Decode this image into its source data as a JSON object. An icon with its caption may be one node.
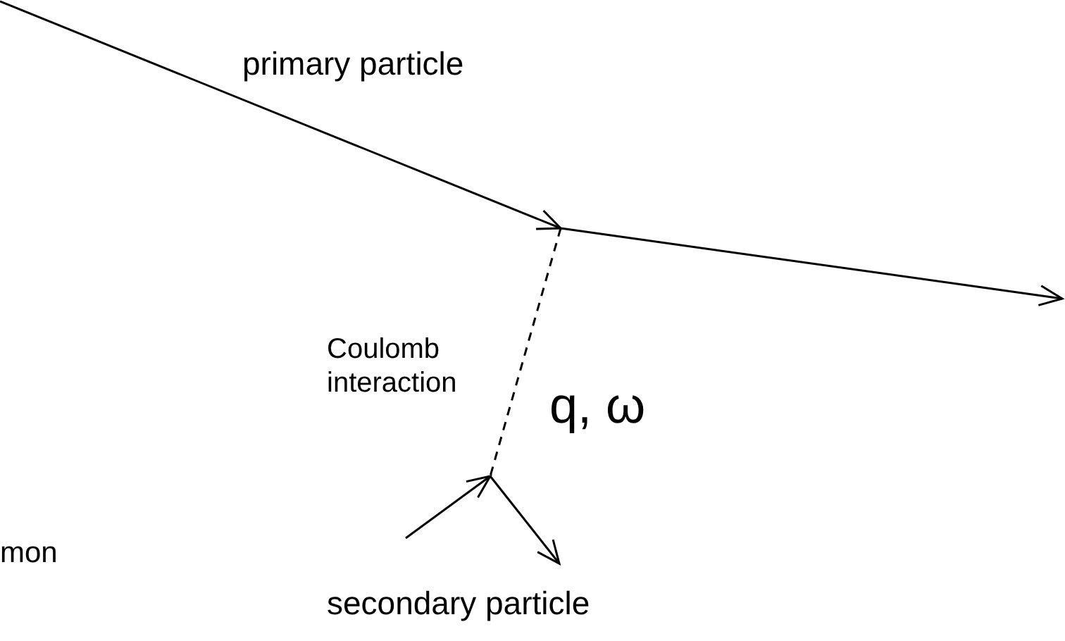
{
  "diagram": {
    "labels": [
      "primary particle",
      "Coulomb interaction",
      "q, ω",
      "mon",
      "secondary particle"
    ]
  }
}
